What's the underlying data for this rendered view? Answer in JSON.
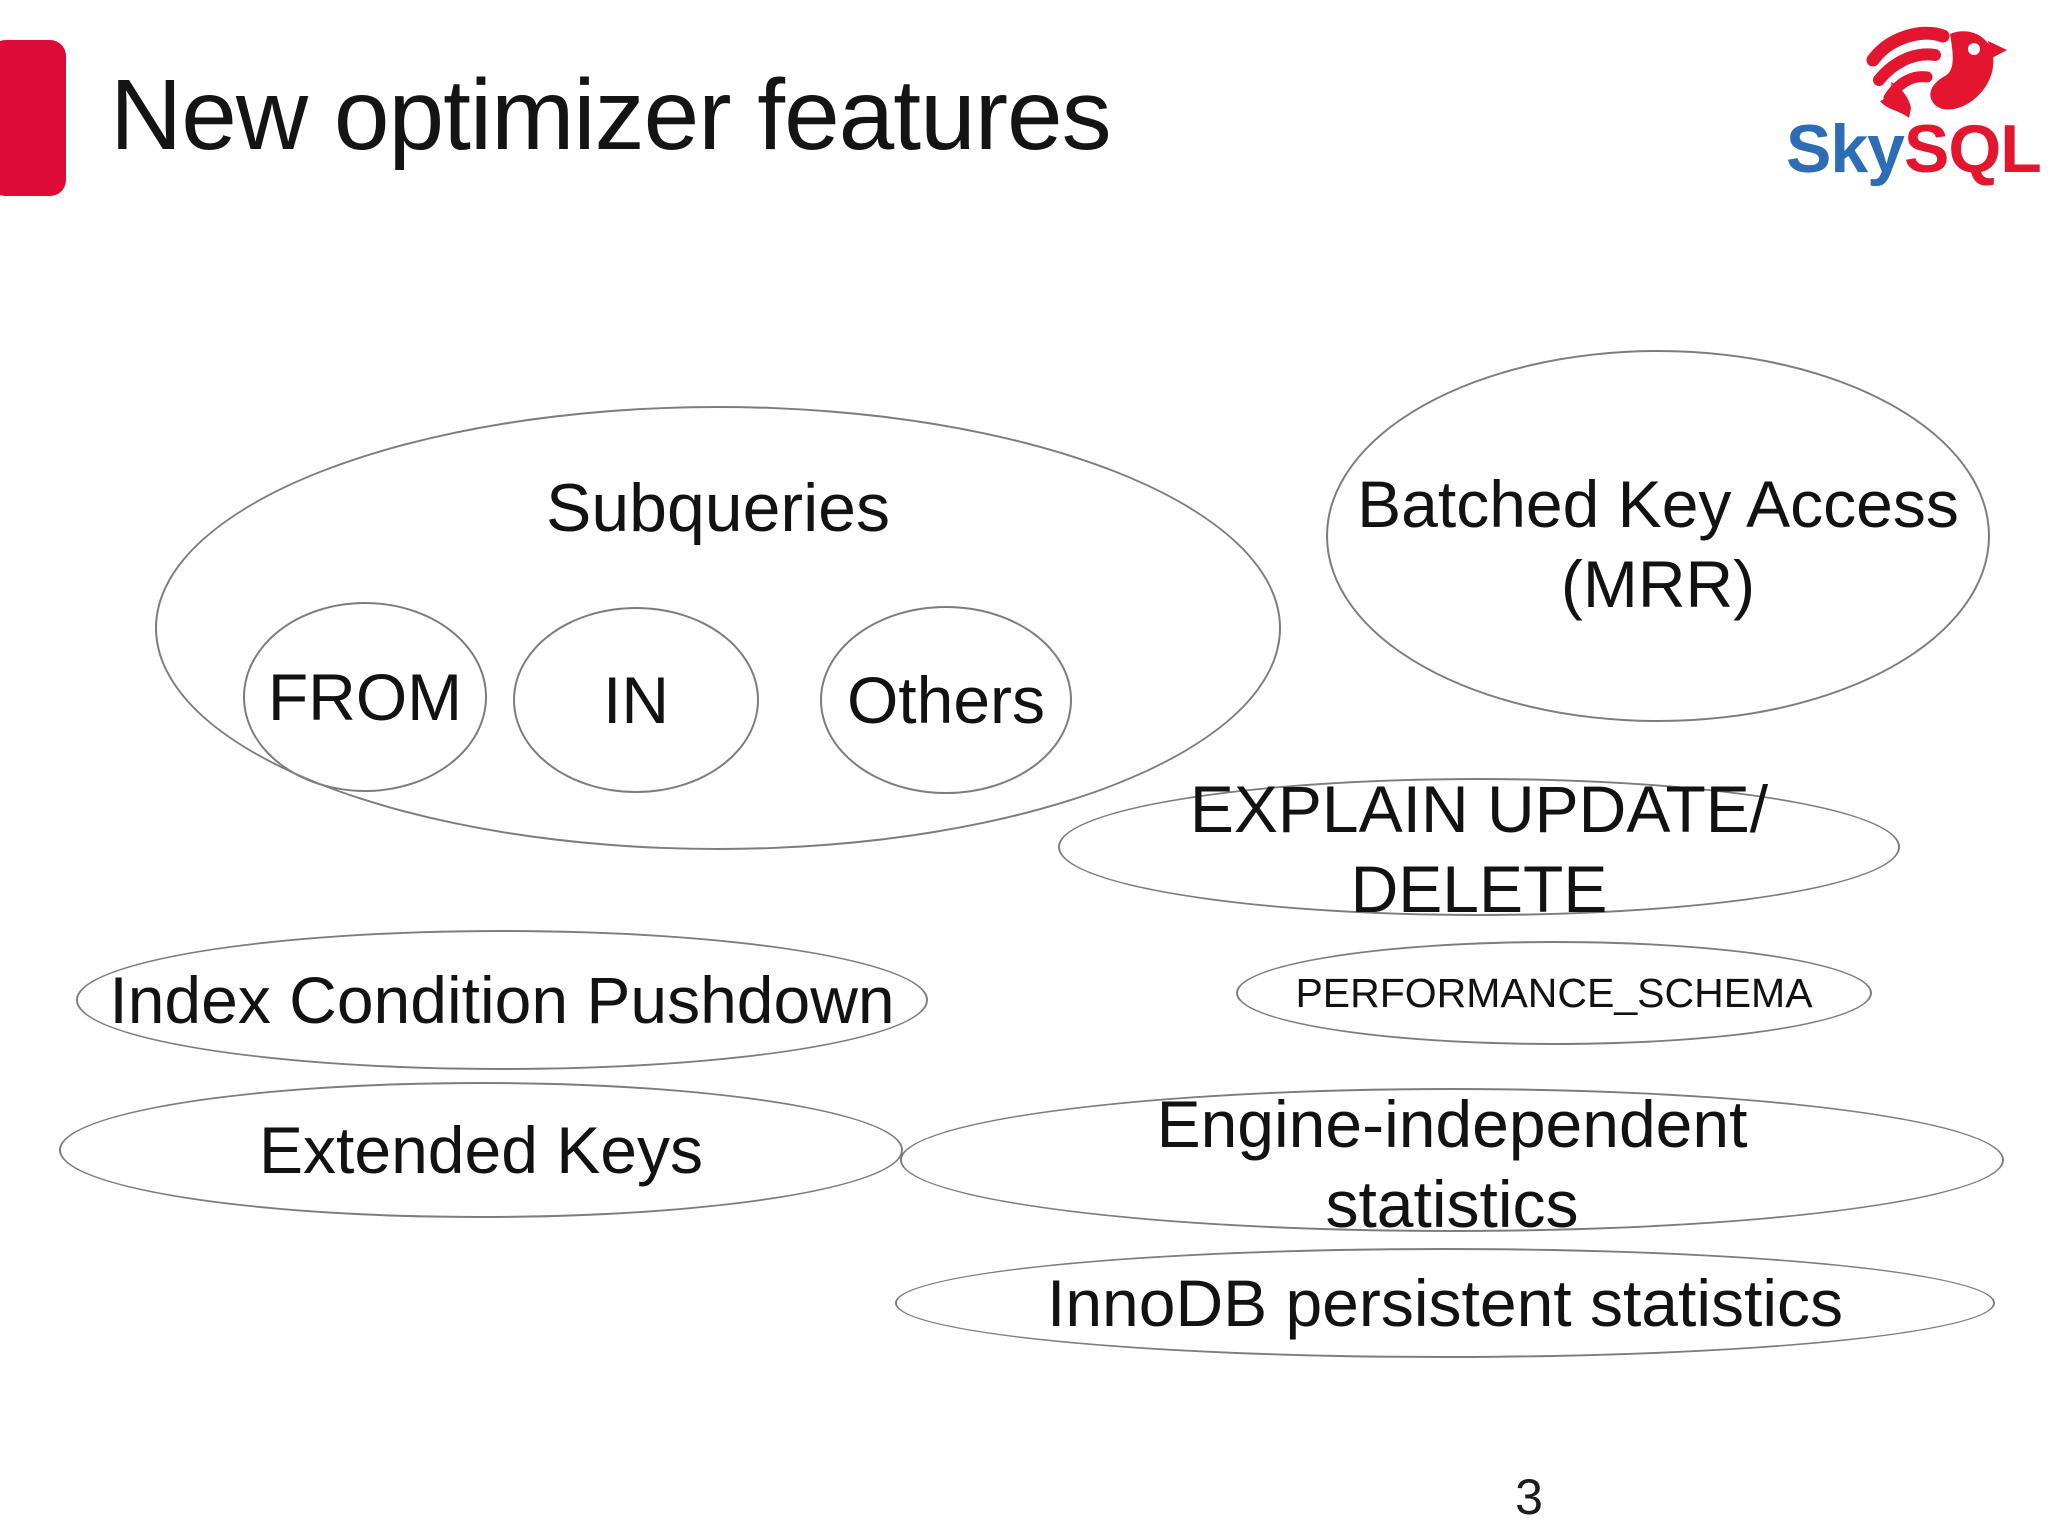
{
  "slide": {
    "title": "New optimizer features",
    "page_number": "3"
  },
  "logo": {
    "sky": "Sky",
    "sql": "SQL",
    "bird_icon": "skysql-bird-icon",
    "sky_color": "#2d6db6",
    "sql_color": "#e3152f",
    "bird_color": "#e3152f"
  },
  "colors": {
    "accent_bar": "#de0b36",
    "ellipse_stroke": "#7d7d7d",
    "text": "#121212"
  },
  "diagram": {
    "subqueries": {
      "label": "Subqueries",
      "children": [
        {
          "label": "FROM"
        },
        {
          "label": "IN"
        },
        {
          "label": "Others"
        }
      ]
    },
    "bubbles": [
      {
        "name": "batched-key-access",
        "lines": [
          "Batched Key Access",
          "(MRR)"
        ]
      },
      {
        "name": "explain-update-delete",
        "lines": [
          "EXPLAIN UPDATE/",
          "DELETE"
        ]
      },
      {
        "name": "index-condition-pushdown",
        "lines": [
          "Index Condition Pushdown"
        ]
      },
      {
        "name": "performance-schema",
        "lines": [
          "PERFORMANCE_SCHEMA"
        ]
      },
      {
        "name": "extended-keys",
        "lines": [
          "Extended Keys"
        ]
      },
      {
        "name": "engine-independent-statistics",
        "lines": [
          "Engine-independent",
          "statistics"
        ]
      },
      {
        "name": "innodb-persistent-statistics",
        "lines": [
          "InnoDB persistent statistics"
        ]
      }
    ]
  }
}
